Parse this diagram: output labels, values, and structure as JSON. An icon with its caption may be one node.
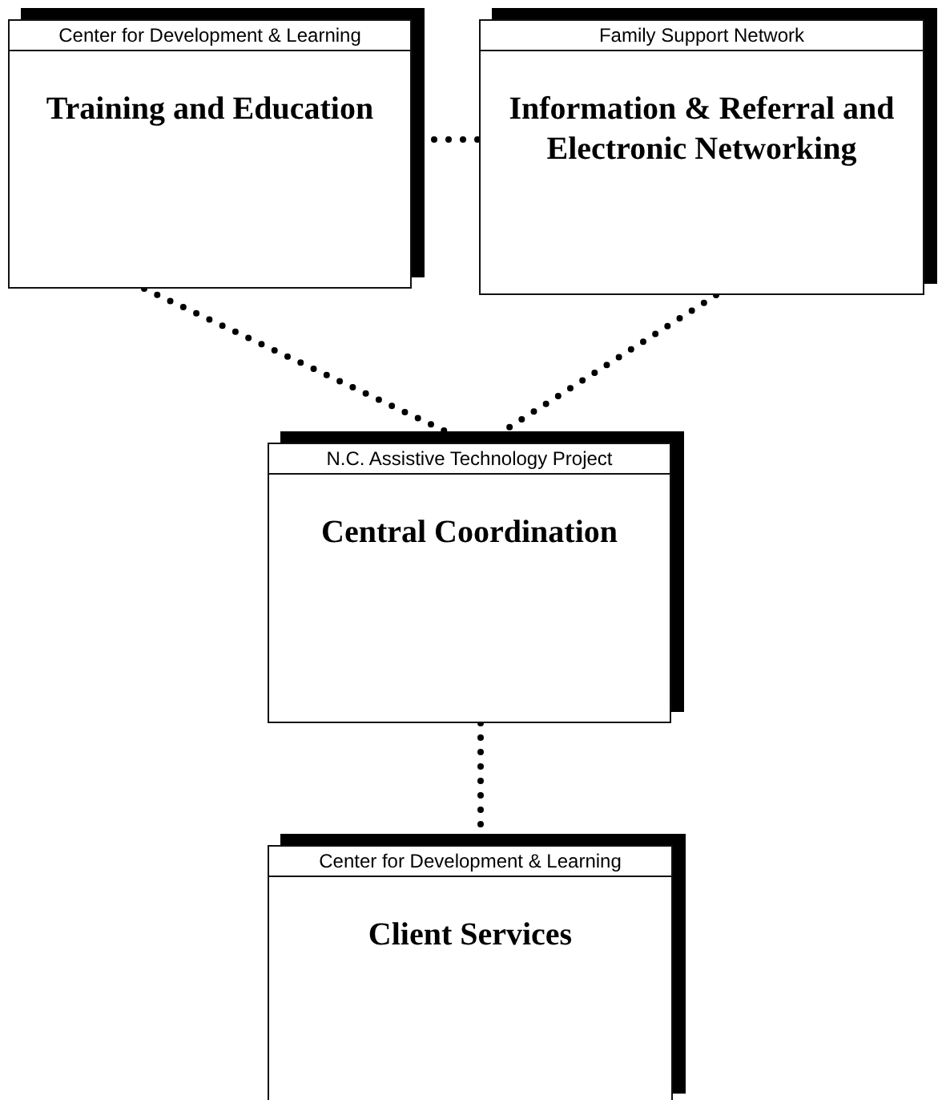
{
  "diagram": {
    "nodes": [
      {
        "text": [
          "Center for Development & Learning",
          "Training and Education"
        ]
      },
      {
        "text": [
          "Family Support Network",
          "Information & Referral and Electronic Networking"
        ]
      },
      {
        "text": [
          "N.C. Assistive Technology Project",
          "Central Coordination"
        ]
      },
      {
        "text": [
          "Center for Development & Learning",
          "Client Services"
        ]
      }
    ],
    "edges": [
      {
        "from": 0,
        "to": 1,
        "arrow": "none"
      },
      {
        "from": 0,
        "to": 2,
        "arrow": "none"
      },
      {
        "from": 1,
        "to": 2,
        "arrow": "none"
      },
      {
        "from": 2,
        "to": 3,
        "arrow": "none"
      }
    ]
  }
}
